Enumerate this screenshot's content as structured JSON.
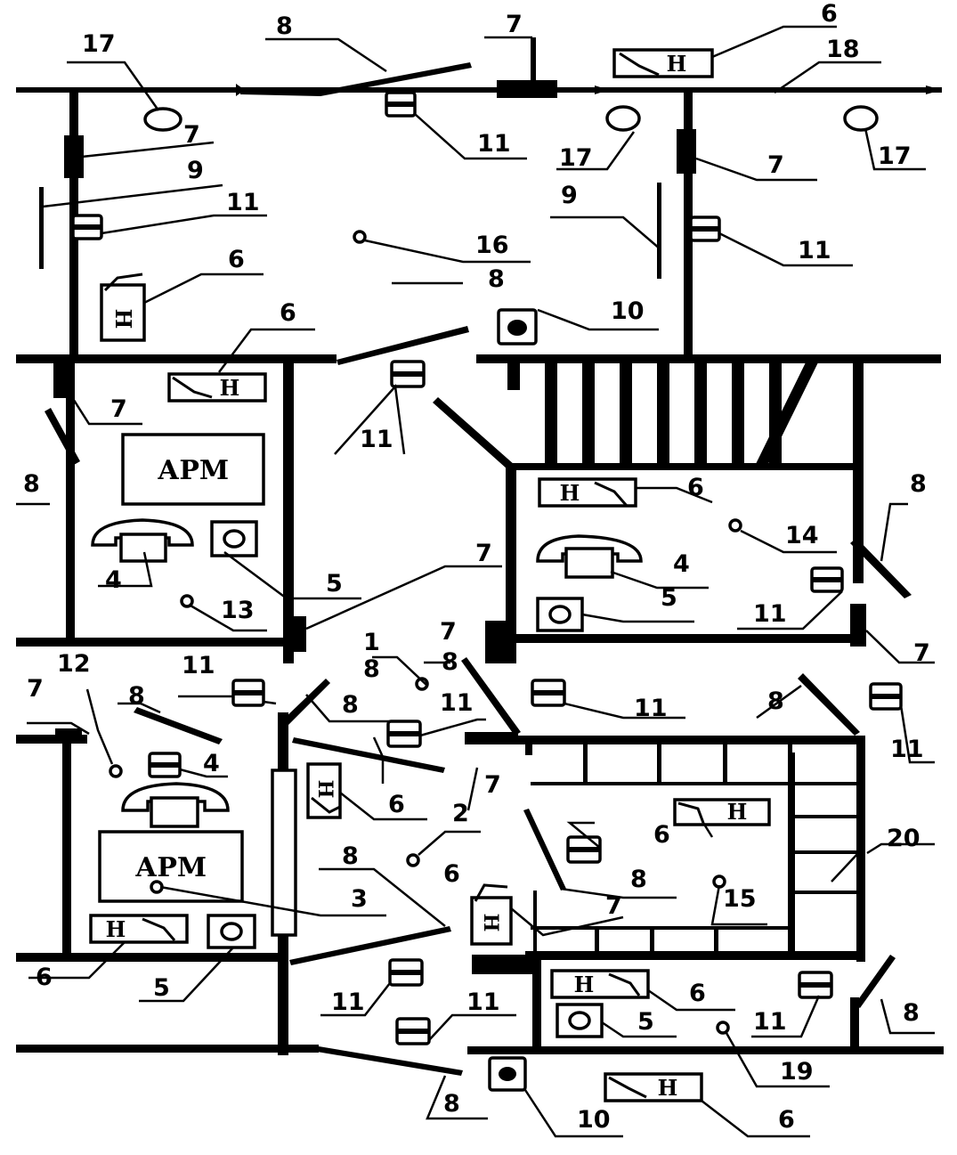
{
  "symbols": {
    "arm": "АРМ",
    "indicator": "Н"
  },
  "callouts": {
    "c1": "1",
    "c2": "2",
    "c3": "3",
    "c4a": "4",
    "c4b": "4",
    "c4c": "4",
    "c5a": "5",
    "c5b": "5",
    "c5c": "5",
    "c5d": "5",
    "c6a": "6",
    "c6b": "6",
    "c6c": "6",
    "c6d": "6",
    "c6e": "6",
    "c6f": "6",
    "c6g": "6",
    "c6h": "6",
    "c6i": "6",
    "c6j": "6",
    "c7a": "7",
    "c7b": "7",
    "c7c": "7",
    "c7d": "7",
    "c7e": "7",
    "c7f": "7",
    "c7g": "7",
    "c7h": "7",
    "c7i": "7",
    "c7j": "7",
    "c8a": "8",
    "c8b": "8",
    "c8c": "8",
    "c8d": "8",
    "c8e": "8",
    "c8f": "8",
    "c8g": "8",
    "c8h": "8",
    "c8i": "8",
    "c8j": "8",
    "c8k": "8",
    "c8l": "8",
    "c9a": "9",
    "c9b": "9",
    "c10a": "10",
    "c10b": "10",
    "c11a": "11",
    "c11b": "11",
    "c11c": "11",
    "c11d": "11",
    "c11e": "11",
    "c11f": "11",
    "c11g": "11",
    "c11h": "11",
    "c11i": "11",
    "c11j": "11",
    "c11k": "11",
    "c11l": "11",
    "c11m": "11",
    "c12": "12",
    "c13": "13",
    "c14": "14",
    "c15": "15",
    "c16": "16",
    "c17a": "17",
    "c17b": "17",
    "c17c": "17",
    "c18": "18",
    "c19": "19",
    "c20": "20"
  }
}
